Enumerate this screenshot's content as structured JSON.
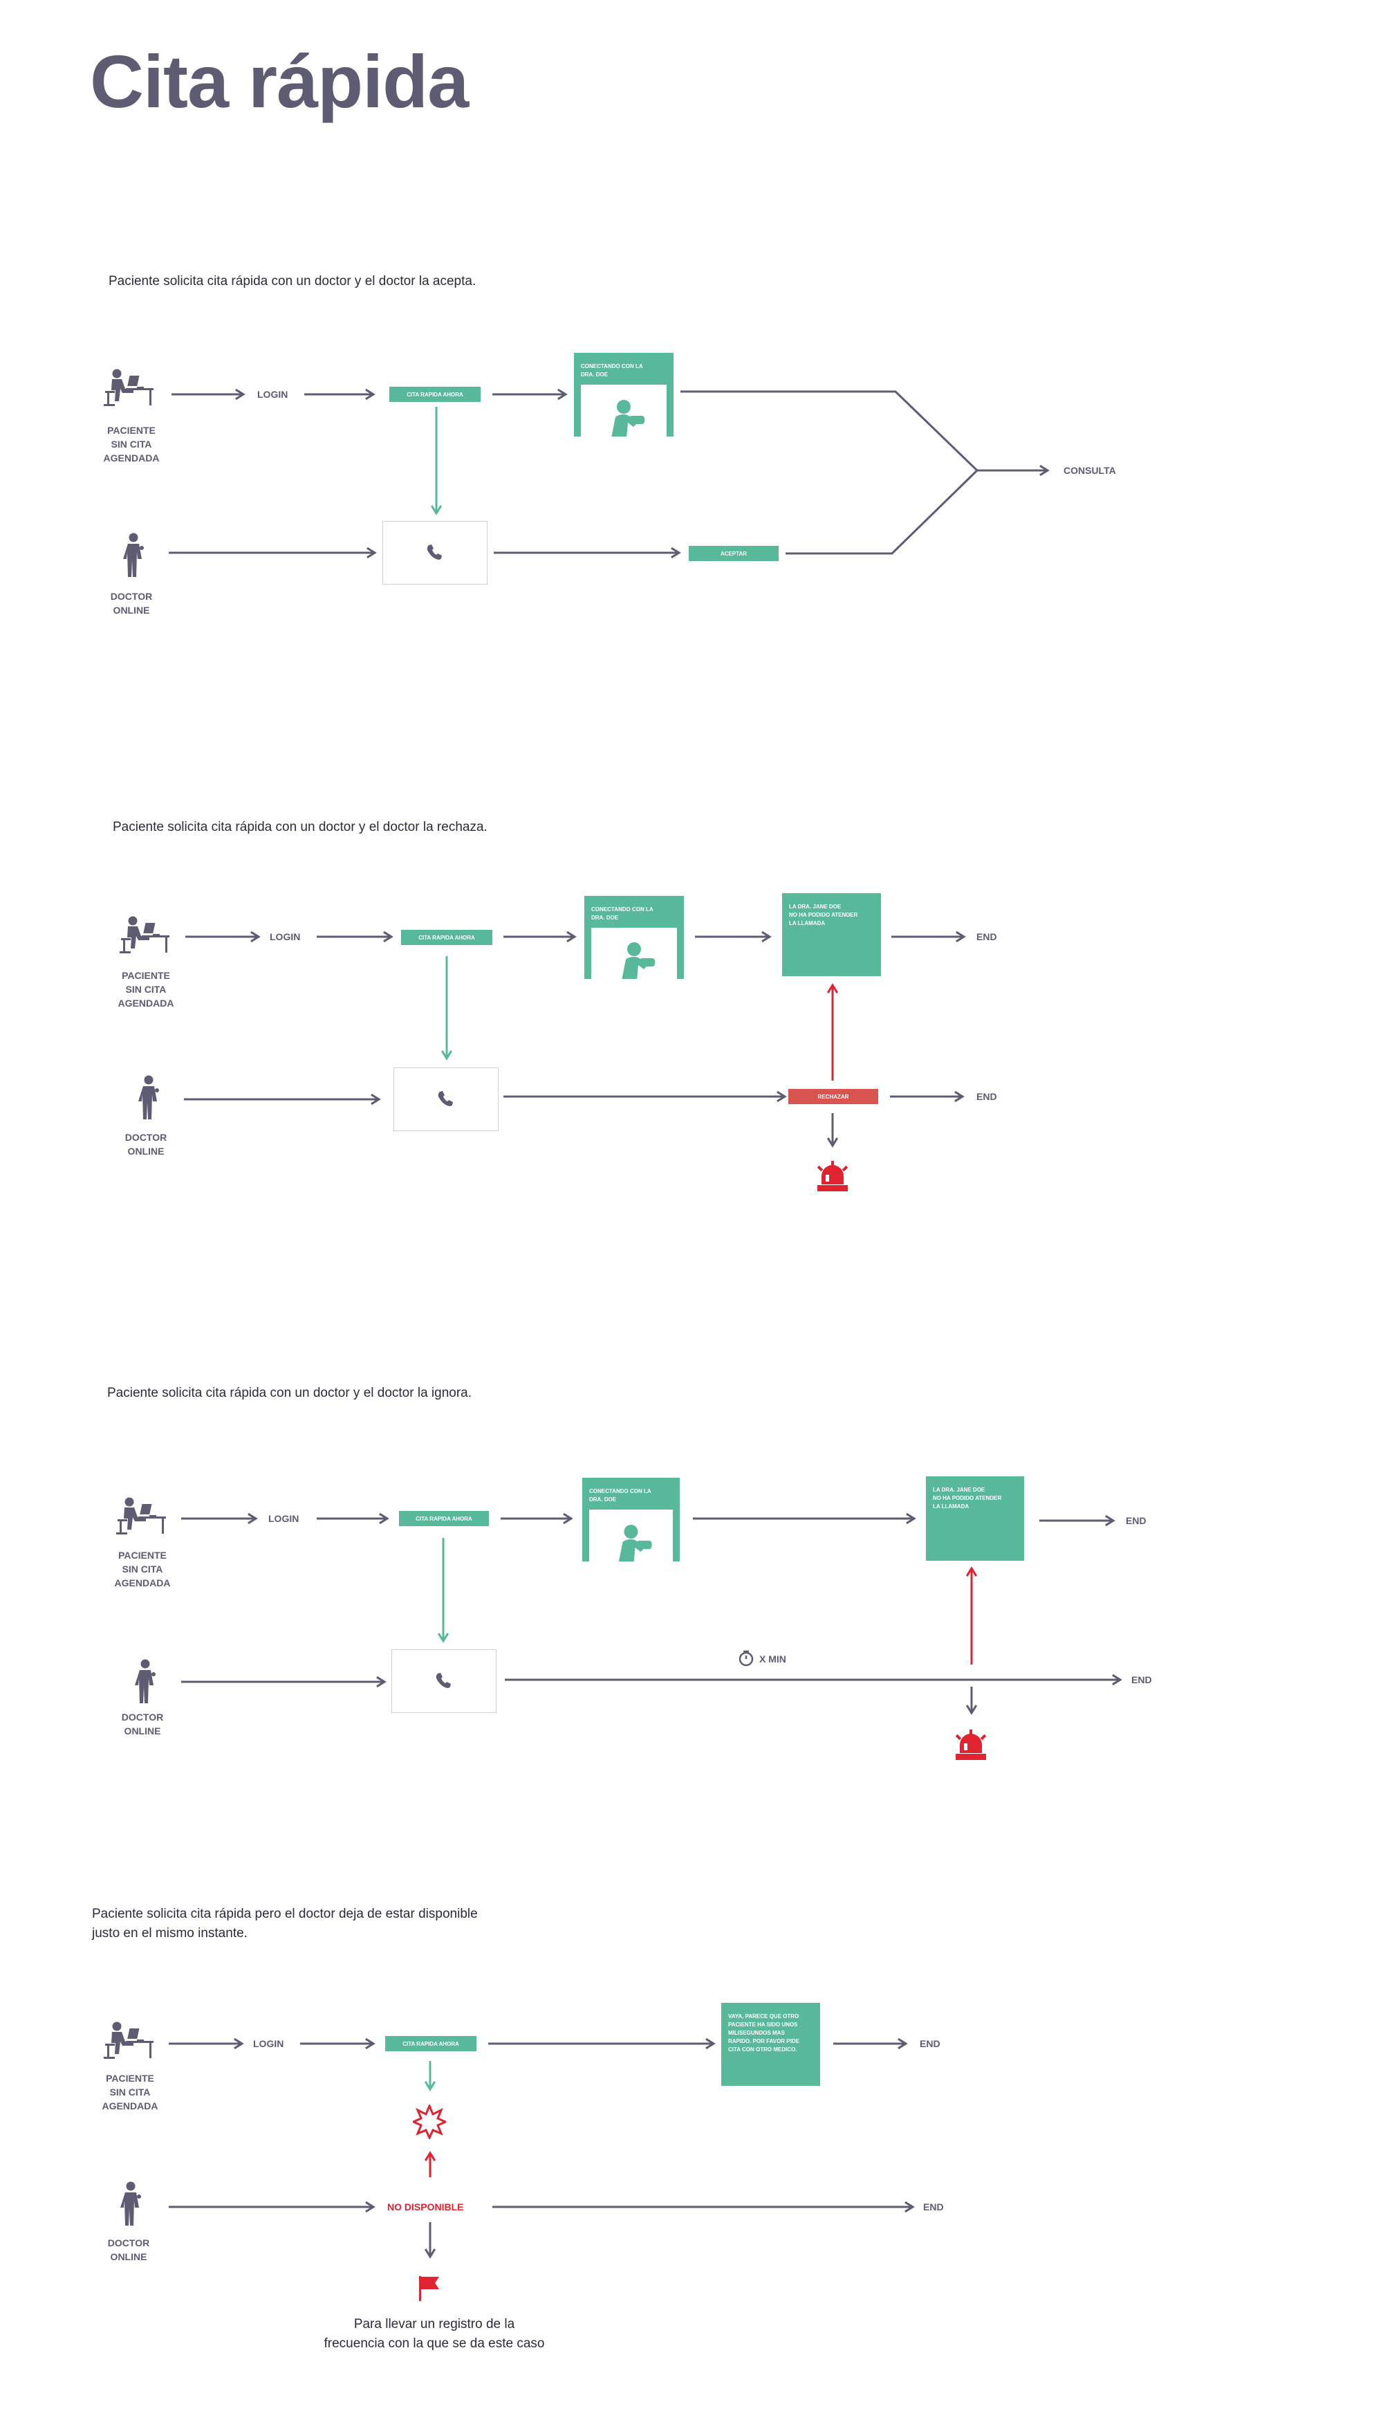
{
  "title": "Cita rápida",
  "labels": {
    "patient": "PACIENTE\nSIN CITA\nAGENDADA",
    "doctor": "DOCTOR\nONLINE",
    "login": "LOGIN",
    "end": "END",
    "consulta": "CONSULTA",
    "cita_btn": "CITA RAPIDA AHORA",
    "aceptar_btn": "ACEPTAR",
    "rechazar_btn": "RECHAZAR",
    "no_disponible": "NO DISPONIBLE",
    "x_min": "X MIN",
    "connecting": "CONECTANDO CON LA\nDRA. DOE",
    "no_answer": "LA DRA. JANE DOE\nNO HA PODIDO ATENDER\nLA LLAMADA",
    "taken": "VAYA, PARECE QUE OTRO\nPACIENTE HA SIDO UNOS\nMILISEGUNDOS MAS\nRAPIDO. POR FAVOR PIDE\nCITA CON OTRO MEDICO."
  },
  "scenarios": [
    {
      "description": "Paciente solicita cita rápida con un doctor y el doctor la acepta."
    },
    {
      "description": "Paciente solicita cita rápida con un doctor y el doctor la rechaza."
    },
    {
      "description": "Paciente solicita cita rápida con un doctor y el doctor la ignora."
    },
    {
      "description": "Paciente solicita cita rápida pero el doctor deja de estar disponible\njusto en el mismo instante."
    }
  ],
  "note": "Para llevar un registro de la\nfrecuencia con la que se da este caso",
  "colors": {
    "line": "#5d5c73",
    "green": "#57b89a",
    "red": "#e0232f",
    "title": "#5d5c73"
  },
  "icons": [
    "patient-at-desk-icon",
    "doctor-icon",
    "phone-icon",
    "alarm-siren-icon",
    "timer-icon",
    "explosion-icon",
    "flag-icon"
  ]
}
